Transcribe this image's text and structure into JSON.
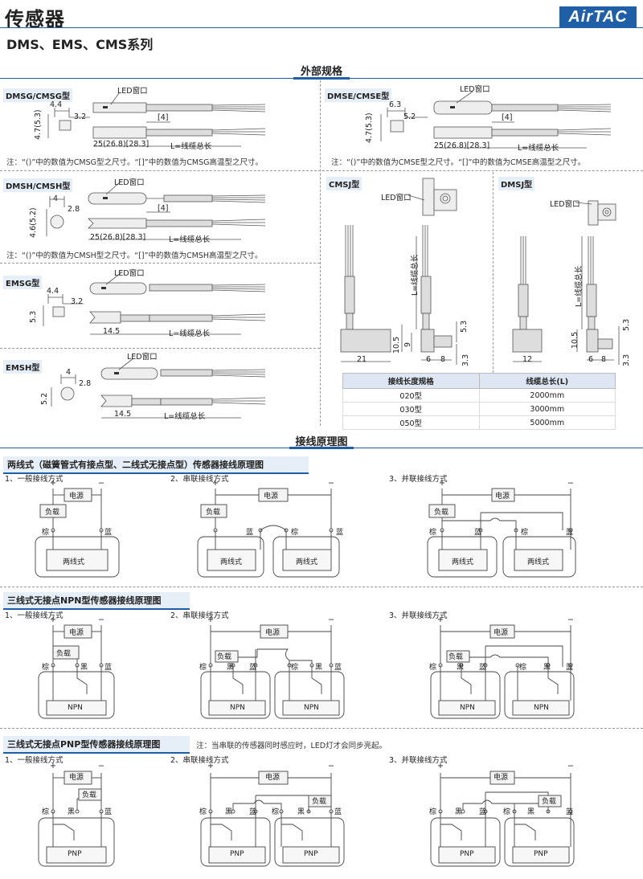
{
  "header": {
    "title": "传感器",
    "subtitle": "DMS、EMS、CMS系列",
    "logo": "AirTAC"
  },
  "specs": {
    "section_title": "外部规格",
    "led": "LED窗口",
    "wire_label": "L=线缆总长",
    "dmsg": {
      "label": "DMSG/CMSG型",
      "d1": "4.4",
      "d2": "3.2",
      "d3": "4.7(5.3)",
      "d4": "[4]",
      "d5": "25(26.8)[28.3]",
      "note": "注：“()”中的数值为CMSG型之尺寸。“[]”中的数值为CMSG高温型之尺寸。"
    },
    "dmse": {
      "label": "DMSE/CMSE型",
      "d1": "6.3",
      "d2": "5.2",
      "d3": "4.7(5.3)",
      "d4": "[4]",
      "d5": "25(26.8)[28.3]",
      "note": "注：“()”中的数值为CMSE型之尺寸。“[]”中的数值为CMSE高温型之尺寸。"
    },
    "dmsh": {
      "label": "DMSH/CMSH型",
      "d1": "4",
      "d2": "2.8",
      "d3": "4.6(5.2)",
      "d4": "[4]",
      "d5": "25(26.8)[28.3]",
      "note": "注：“()”中的数值为CMSH型之尺寸。“[]”中的数值为CMSH高温型之尺寸。"
    },
    "emsg": {
      "label": "EMSG型",
      "d1": "4.4",
      "d2": "3.2",
      "d3": "5.3",
      "d5": "14.5"
    },
    "emsh": {
      "label": "EMSH型",
      "d1": "4",
      "d2": "2.8",
      "d3": "5.2",
      "d5": "14.5"
    },
    "cmsj": {
      "label": "CMSJ型",
      "wire_v": "L=线缆总长",
      "w": "21",
      "h1": "10.5",
      "h2": "9",
      "h3": "5.3",
      "b1": "6",
      "b2": "8",
      "b3": "3.3"
    },
    "dmsj": {
      "label": "DMSJ型",
      "wire_v": "L=线缆总长",
      "w": "12",
      "h1": "10.5",
      "h2": "5.3",
      "b1": "6",
      "b2": "8",
      "b3": "3.3"
    },
    "table": {
      "headers": [
        "接线长度规格",
        "线缆总长(L)"
      ],
      "rows": [
        [
          "020型",
          "2000mm"
        ],
        [
          "030型",
          "3000mm"
        ],
        [
          "050型",
          "5000mm"
        ]
      ]
    }
  },
  "wiring": {
    "section_title": "接线原理图",
    "modes": [
      "1、一般接线方式",
      "2、串联接线方式",
      "3、并联接线方式"
    ],
    "power": "电源",
    "load": "负载",
    "brown": "棕",
    "blue": "蓝",
    "black": "黑",
    "plus": "+",
    "minus": "−",
    "two_wire": {
      "title": "两线式（磁簧管式有接点型、二线式无接点型）传感器接线原理图",
      "box": "两线式"
    },
    "npn": {
      "title": "三线式无接点NPN型传感器接线原理图",
      "box": "NPN"
    },
    "pnp": {
      "title": "三线式无接点PNP型传感器接线原理图",
      "note": "注：当串联的传感器同时感应时，LED灯才会同步亮起。",
      "box": "PNP"
    }
  }
}
